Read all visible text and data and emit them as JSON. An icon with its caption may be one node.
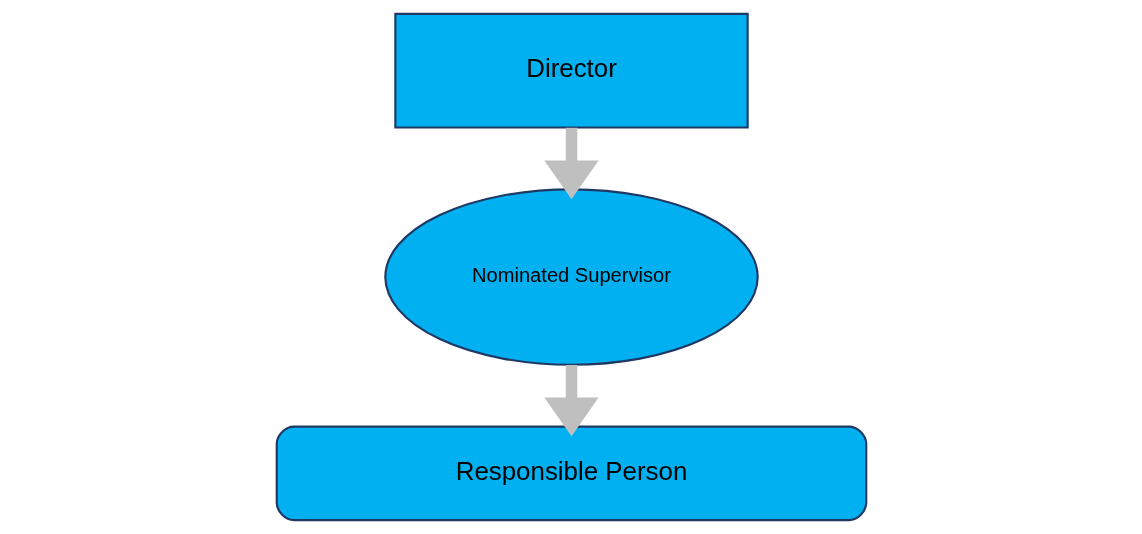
{
  "diagram": {
    "nodes": [
      {
        "text": [
          "Director"
        ]
      },
      {
        "text": [
          "Nominated Supervisor"
        ]
      },
      {
        "text": [
          "Responsible Person"
        ]
      }
    ],
    "edges": [
      {
        "from": 0,
        "to": 1,
        "arrow": "to"
      },
      {
        "from": 1,
        "to": 2,
        "arrow": "to"
      }
    ]
  }
}
